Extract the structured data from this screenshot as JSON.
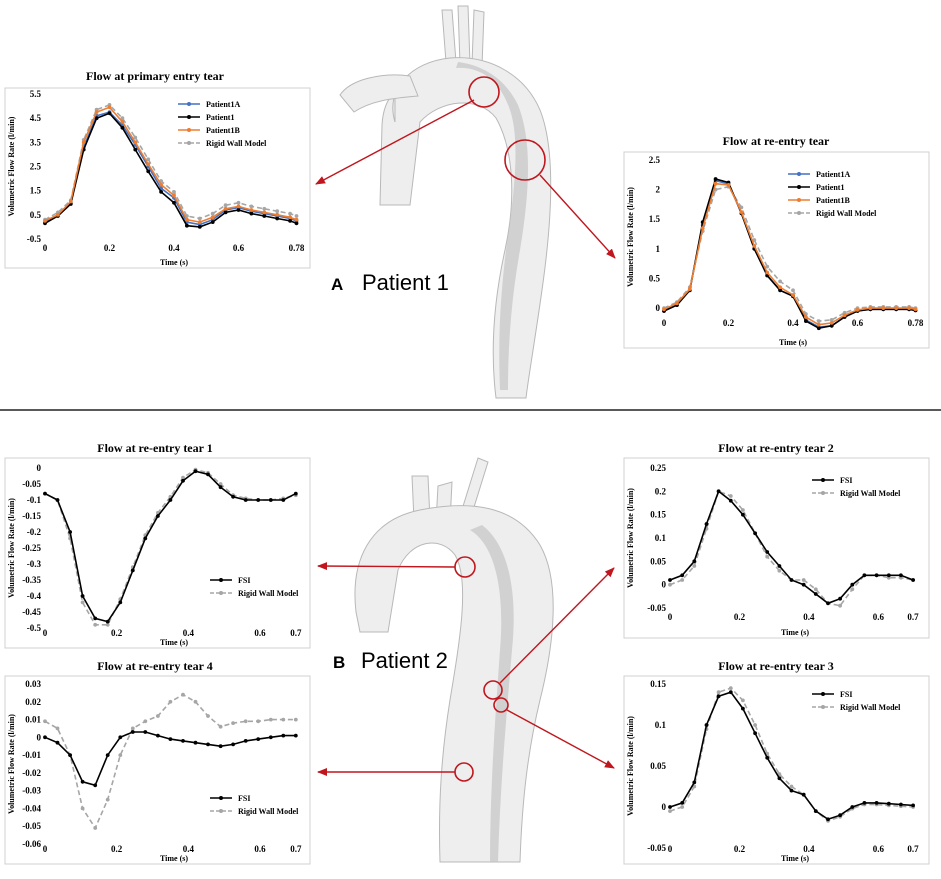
{
  "figure": {
    "panel_a": {
      "letter": "A",
      "label": "Patient 1"
    },
    "panel_b": {
      "letter": "B",
      "label": "Patient 2"
    },
    "colors": {
      "arrow": "#c0161e",
      "aorta_fill": "#eeeeee",
      "aorta_stroke": "#b8b8b8",
      "lumen": "#c4c4c4",
      "divider": "#222222"
    }
  },
  "chart_data": [
    {
      "type": "line",
      "title": "Flow at primary entry tear",
      "xlabel": "Time (s)",
      "ylabel": "Volumetric Flow Rate (l/min)",
      "xlim": [
        0,
        0.8
      ],
      "ylim": [
        -0.5,
        5.5
      ],
      "xticks": [
        0,
        0.2,
        0.4,
        0.6,
        0.78
      ],
      "yticks": [
        -0.5,
        0.5,
        1.5,
        2.5,
        3.5,
        4.5,
        5.5
      ],
      "xtick_labels": [
        "0",
        "0.2",
        "0.4",
        "0.6",
        "0.78"
      ],
      "ytick_labels": [
        "-0.5",
        "0.5",
        "1.5",
        "2.5",
        "3.5",
        "4.5",
        "5.5"
      ],
      "legend_position": "top-right",
      "x": [
        0,
        0.04,
        0.08,
        0.12,
        0.16,
        0.2,
        0.24,
        0.28,
        0.32,
        0.36,
        0.4,
        0.44,
        0.48,
        0.52,
        0.56,
        0.6,
        0.64,
        0.68,
        0.72,
        0.76,
        0.78
      ],
      "series": [
        {
          "name": "Patient1A",
          "color": "#4472c4",
          "dash": false,
          "values": [
            0.2,
            0.5,
            1.0,
            3.3,
            4.6,
            4.75,
            4.2,
            3.4,
            2.5,
            1.6,
            1.2,
            0.2,
            0.1,
            0.3,
            0.7,
            0.8,
            0.65,
            0.55,
            0.45,
            0.35,
            0.25
          ]
        },
        {
          "name": "Patient1",
          "color": "#000000",
          "dash": false,
          "values": [
            0.15,
            0.45,
            0.95,
            3.2,
            4.5,
            4.7,
            4.1,
            3.2,
            2.3,
            1.45,
            1.0,
            0.05,
            0.0,
            0.2,
            0.6,
            0.7,
            0.55,
            0.45,
            0.35,
            0.25,
            0.15
          ]
        },
        {
          "name": "Patient1B",
          "color": "#ed7d31",
          "dash": false,
          "values": [
            0.25,
            0.5,
            1.05,
            3.5,
            4.75,
            4.95,
            4.35,
            3.5,
            2.6,
            1.75,
            1.3,
            0.3,
            0.2,
            0.4,
            0.75,
            0.85,
            0.7,
            0.6,
            0.5,
            0.4,
            0.3
          ]
        },
        {
          "name": "Rigid Wall Model",
          "color": "#a6a6a6",
          "dash": true,
          "values": [
            0.3,
            0.6,
            1.1,
            3.6,
            4.85,
            5.05,
            4.5,
            3.7,
            2.8,
            1.9,
            1.45,
            0.45,
            0.35,
            0.55,
            0.9,
            1.0,
            0.85,
            0.75,
            0.65,
            0.55,
            0.45
          ]
        }
      ]
    },
    {
      "type": "line",
      "title": "Flow at re-entry tear",
      "xlabel": "Time (s)",
      "ylabel": "Volumetric Flow Rate (l/min)",
      "xlim": [
        0,
        0.8
      ],
      "ylim": [
        -0.1,
        2.5
      ],
      "xticks": [
        0,
        0.2,
        0.4,
        0.6,
        0.78
      ],
      "yticks": [
        0,
        0.5,
        1,
        1.5,
        2,
        2.5
      ],
      "xtick_labels": [
        "0",
        "0.2",
        "0.4",
        "0.6",
        "0.78"
      ],
      "ytick_labels": [
        "0",
        "0.5",
        "1",
        "1.5",
        "2",
        "2.5"
      ],
      "legend_position": "top-right",
      "x": [
        0,
        0.04,
        0.08,
        0.12,
        0.16,
        0.2,
        0.24,
        0.28,
        0.32,
        0.36,
        0.4,
        0.44,
        0.48,
        0.52,
        0.56,
        0.6,
        0.64,
        0.68,
        0.72,
        0.76,
        0.78
      ],
      "series": [
        {
          "name": "Patient1A",
          "color": "#4472c4",
          "dash": false,
          "values": [
            -0.05,
            0.05,
            0.3,
            1.4,
            2.15,
            2.1,
            1.6,
            1.0,
            0.55,
            0.3,
            0.2,
            -0.2,
            -0.32,
            -0.3,
            -0.15,
            -0.05,
            -0.02,
            -0.02,
            -0.02,
            -0.02,
            -0.04
          ]
        },
        {
          "name": "Patient1",
          "color": "#000000",
          "dash": false,
          "values": [
            -0.05,
            0.05,
            0.3,
            1.45,
            2.18,
            2.12,
            1.6,
            1.0,
            0.55,
            0.3,
            0.2,
            -0.22,
            -0.34,
            -0.3,
            -0.15,
            -0.05,
            -0.02,
            -0.02,
            -0.02,
            -0.02,
            -0.04
          ]
        },
        {
          "name": "Patient1B",
          "color": "#ed7d31",
          "dash": false,
          "values": [
            -0.02,
            0.08,
            0.32,
            1.35,
            2.1,
            2.08,
            1.62,
            1.05,
            0.6,
            0.35,
            0.22,
            -0.15,
            -0.28,
            -0.25,
            -0.12,
            -0.03,
            0.0,
            0.0,
            0.0,
            0.0,
            -0.02
          ]
        },
        {
          "name": "Rigid Wall Model",
          "color": "#a6a6a6",
          "dash": true,
          "values": [
            0.0,
            0.1,
            0.35,
            1.3,
            2.0,
            2.05,
            1.7,
            1.15,
            0.7,
            0.45,
            0.3,
            -0.1,
            -0.22,
            -0.2,
            -0.08,
            0.0,
            0.02,
            0.02,
            0.02,
            0.02,
            0.0
          ]
        }
      ]
    },
    {
      "type": "line",
      "title": "Flow at re-entry tear 1",
      "xlabel": "Time (s)",
      "ylabel": "Volumetric Flow Rate (l/min)",
      "xlim": [
        0,
        0.72
      ],
      "ylim": [
        -0.5,
        0
      ],
      "xticks": [
        0,
        0.2,
        0.4,
        0.6,
        0.7
      ],
      "yticks": [
        -0.5,
        -0.45,
        -0.4,
        -0.35,
        -0.3,
        -0.25,
        -0.2,
        -0.15,
        -0.1,
        -0.05,
        0
      ],
      "xtick_labels": [
        "0",
        "0.2",
        "0.4",
        "0.6",
        "0.7"
      ],
      "ytick_labels": [
        "-0.5",
        "-0.45",
        "-0.4",
        "-0.35",
        "-0.3",
        "-0.25",
        "-0.2",
        "-0.15",
        "-0.1",
        "-0.05",
        "0"
      ],
      "legend_position": "bottom-right",
      "x": [
        0,
        0.035,
        0.07,
        0.105,
        0.14,
        0.175,
        0.21,
        0.245,
        0.28,
        0.315,
        0.35,
        0.385,
        0.42,
        0.455,
        0.49,
        0.525,
        0.56,
        0.595,
        0.63,
        0.665,
        0.7
      ],
      "series": [
        {
          "name": "FSI",
          "color": "#000000",
          "dash": false,
          "values": [
            -0.08,
            -0.1,
            -0.2,
            -0.4,
            -0.47,
            -0.48,
            -0.42,
            -0.32,
            -0.22,
            -0.15,
            -0.1,
            -0.04,
            -0.01,
            -0.02,
            -0.06,
            -0.09,
            -0.1,
            -0.1,
            -0.1,
            -0.1,
            -0.08
          ]
        },
        {
          "name": "Rigid Wall Model",
          "color": "#a6a6a6",
          "dash": true,
          "values": [
            -0.08,
            -0.1,
            -0.22,
            -0.42,
            -0.49,
            -0.49,
            -0.41,
            -0.31,
            -0.21,
            -0.14,
            -0.09,
            -0.03,
            -0.005,
            -0.015,
            -0.05,
            -0.085,
            -0.095,
            -0.1,
            -0.1,
            -0.095,
            -0.085
          ]
        }
      ]
    },
    {
      "type": "line",
      "title": "Flow at re-entry tear 2",
      "xlabel": "Time (s)",
      "ylabel": "Volumetric Flow Rate (l/min)",
      "xlim": [
        0,
        0.72
      ],
      "ylim": [
        -0.05,
        0.25
      ],
      "xticks": [
        0,
        0.2,
        0.4,
        0.6,
        0.7
      ],
      "yticks": [
        -0.05,
        0,
        0.05,
        0.1,
        0.15,
        0.2,
        0.25
      ],
      "xtick_labels": [
        "0",
        "0.2",
        "0.4",
        "0.6",
        "0.7"
      ],
      "ytick_labels": [
        "-0.05",
        "0",
        "0.05",
        "0.1",
        "0.15",
        "0.2",
        "0.25"
      ],
      "legend_position": "top-right",
      "x": [
        0,
        0.035,
        0.07,
        0.105,
        0.14,
        0.175,
        0.21,
        0.245,
        0.28,
        0.315,
        0.35,
        0.385,
        0.42,
        0.455,
        0.49,
        0.525,
        0.56,
        0.595,
        0.63,
        0.665,
        0.7
      ],
      "series": [
        {
          "name": "FSI",
          "color": "#000000",
          "dash": false,
          "values": [
            0.01,
            0.02,
            0.05,
            0.13,
            0.2,
            0.18,
            0.15,
            0.11,
            0.07,
            0.04,
            0.01,
            0.0,
            -0.02,
            -0.04,
            -0.03,
            0.0,
            0.02,
            0.02,
            0.02,
            0.02,
            0.01
          ]
        },
        {
          "name": "Rigid Wall Model",
          "color": "#a6a6a6",
          "dash": true,
          "values": [
            0.0,
            0.01,
            0.04,
            0.12,
            0.2,
            0.19,
            0.16,
            0.11,
            0.06,
            0.03,
            0.01,
            0.01,
            -0.01,
            -0.04,
            -0.045,
            -0.01,
            0.02,
            0.02,
            0.015,
            0.015,
            0.01
          ]
        }
      ]
    },
    {
      "type": "line",
      "title": "Flow at re-entry tear 4",
      "xlabel": "Time (s)",
      "ylabel": "Volumetric Flow Rate (l/min)",
      "xlim": [
        0,
        0.72
      ],
      "ylim": [
        -0.06,
        0.03
      ],
      "xticks": [
        0,
        0.2,
        0.4,
        0.6,
        0.7
      ],
      "yticks": [
        -0.06,
        -0.05,
        -0.04,
        -0.03,
        -0.02,
        -0.01,
        0,
        0.01,
        0.02,
        0.03
      ],
      "xtick_labels": [
        "0",
        "0.2",
        "0.4",
        "0.6",
        "0.7"
      ],
      "ytick_labels": [
        "-0.06",
        "-0.05",
        "-0.04",
        "-0.03",
        "-0.02",
        "-0.01",
        "0",
        "0.01",
        "0.02",
        "0.03"
      ],
      "legend_position": "bottom-right",
      "x": [
        0,
        0.035,
        0.07,
        0.105,
        0.14,
        0.175,
        0.21,
        0.245,
        0.28,
        0.315,
        0.35,
        0.385,
        0.42,
        0.455,
        0.49,
        0.525,
        0.56,
        0.595,
        0.63,
        0.665,
        0.7
      ],
      "series": [
        {
          "name": "FSI",
          "color": "#000000",
          "dash": false,
          "values": [
            0.0,
            -0.003,
            -0.01,
            -0.025,
            -0.027,
            -0.01,
            0.0,
            0.003,
            0.003,
            0.001,
            -0.001,
            -0.002,
            -0.003,
            -0.004,
            -0.005,
            -0.004,
            -0.002,
            -0.001,
            0.0,
            0.001,
            0.001
          ]
        },
        {
          "name": "Rigid Wall Model",
          "color": "#a6a6a6",
          "dash": true,
          "values": [
            0.009,
            0.005,
            -0.01,
            -0.04,
            -0.051,
            -0.035,
            -0.01,
            0.005,
            0.009,
            0.012,
            0.02,
            0.024,
            0.02,
            0.012,
            0.006,
            0.008,
            0.009,
            0.009,
            0.01,
            0.01,
            0.01
          ]
        }
      ]
    },
    {
      "type": "line",
      "title": "Flow at re-entry tear 3",
      "xlabel": "Time (s)",
      "ylabel": "Volumetric Flow Rate (l/min)",
      "xlim": [
        0,
        0.72
      ],
      "ylim": [
        -0.05,
        0.15
      ],
      "xticks": [
        0,
        0.2,
        0.4,
        0.6,
        0.7
      ],
      "yticks": [
        -0.05,
        0,
        0.05,
        0.1,
        0.15
      ],
      "xtick_labels": [
        "0",
        "0.2",
        "0.4",
        "0.6",
        "0.7"
      ],
      "ytick_labels": [
        "-0.05",
        "0",
        "0.05",
        "0.1",
        "0.15"
      ],
      "legend_position": "top-right",
      "x": [
        0,
        0.035,
        0.07,
        0.105,
        0.14,
        0.175,
        0.21,
        0.245,
        0.28,
        0.315,
        0.35,
        0.385,
        0.42,
        0.455,
        0.49,
        0.525,
        0.56,
        0.595,
        0.63,
        0.665,
        0.7
      ],
      "series": [
        {
          "name": "FSI",
          "color": "#000000",
          "dash": false,
          "values": [
            0.0,
            0.005,
            0.03,
            0.1,
            0.135,
            0.14,
            0.12,
            0.09,
            0.06,
            0.035,
            0.02,
            0.015,
            -0.005,
            -0.015,
            -0.01,
            0.0,
            0.005,
            0.005,
            0.004,
            0.003,
            0.002
          ]
        },
        {
          "name": "Rigid Wall Model",
          "color": "#a6a6a6",
          "dash": true,
          "values": [
            -0.005,
            0.0,
            0.025,
            0.095,
            0.14,
            0.145,
            0.13,
            0.1,
            0.065,
            0.04,
            0.025,
            0.015,
            -0.005,
            -0.017,
            -0.012,
            -0.002,
            0.003,
            0.003,
            0.002,
            0.001,
            0.0
          ]
        }
      ]
    }
  ]
}
